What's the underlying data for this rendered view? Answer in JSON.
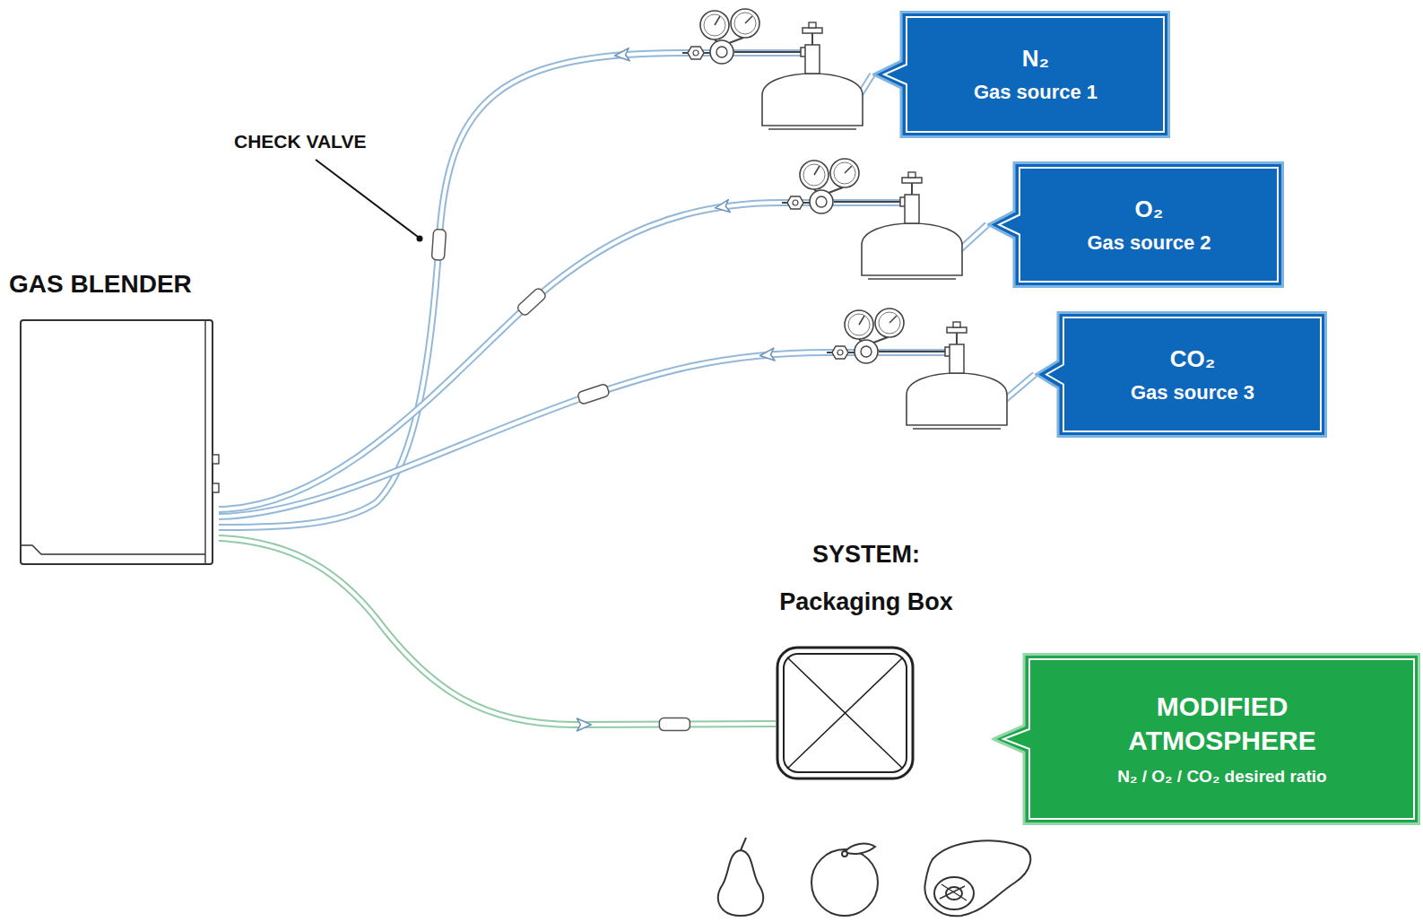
{
  "diagram": {
    "nodes": [
      {
        "text": [
          "N₂",
          "Gas source 1"
        ]
      },
      {
        "text": [
          "O₂",
          "Gas source 2"
        ]
      },
      {
        "text": [
          "CO₂",
          "Gas source 3"
        ]
      },
      {
        "text": [
          "GAS BLENDER"
        ]
      },
      {
        "text": [
          "SYSTEM: Packaging Box"
        ]
      },
      {
        "text": [
          "MODIFIED ATMOSPHERE",
          "N₂ / O₂ / CO₂ desired ratio"
        ]
      }
    ],
    "edges": [
      {
        "from": 0,
        "to": 3,
        "arrow": "to"
      },
      {
        "from": 1,
        "to": 3,
        "arrow": "to"
      },
      {
        "from": 2,
        "to": 3,
        "arrow": "to"
      },
      {
        "from": 3,
        "to": 4,
        "arrow": "to"
      }
    ],
    "labels": [
      "CHECK VALVE"
    ]
  }
}
